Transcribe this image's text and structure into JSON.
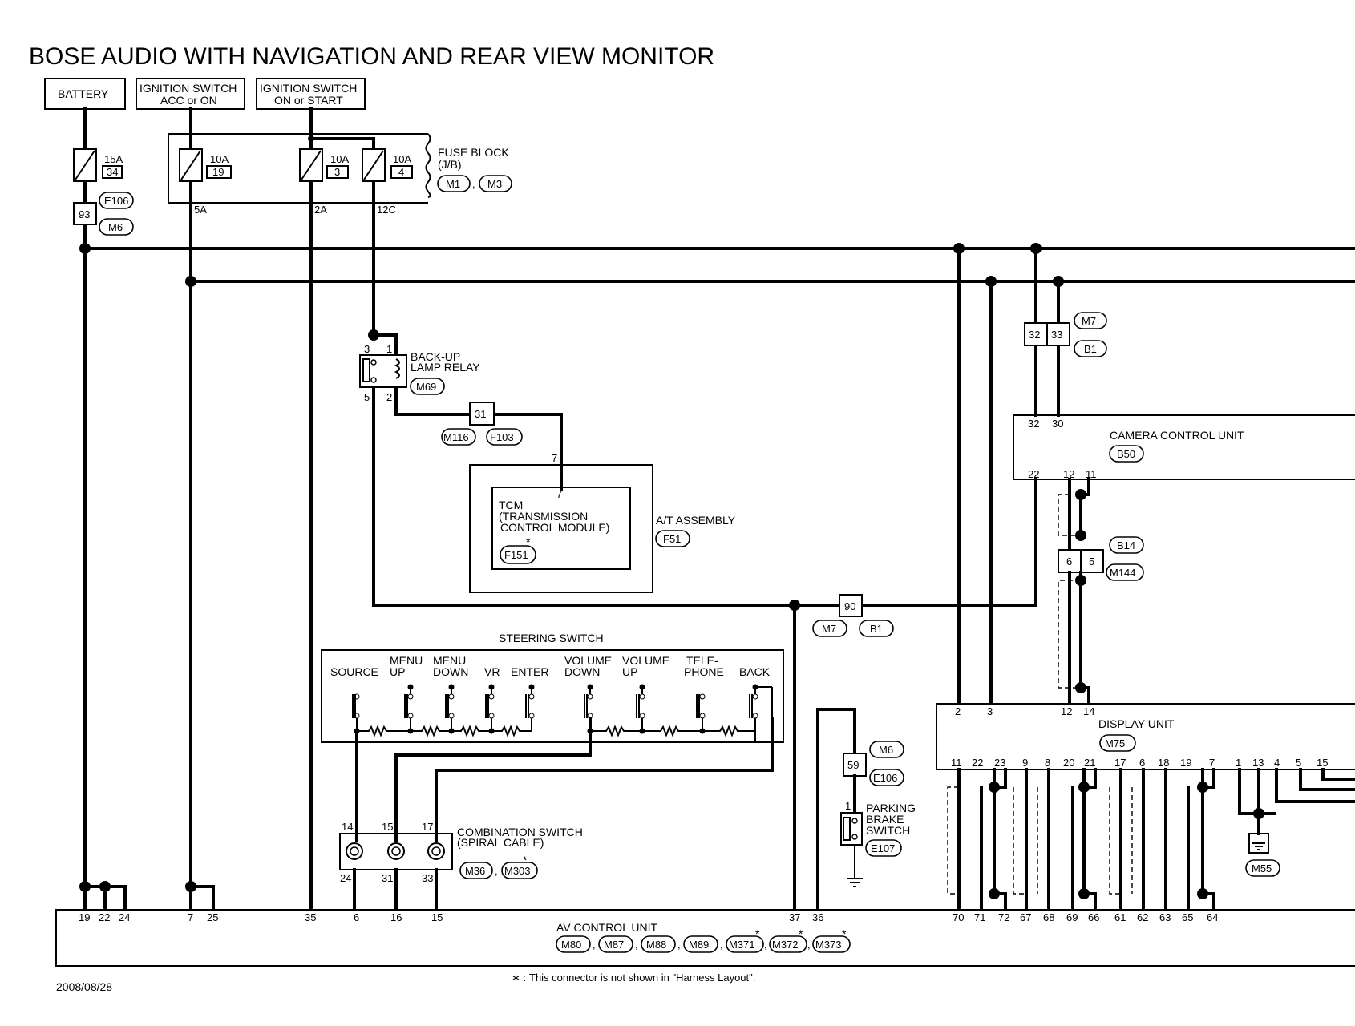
{
  "title": "BOSE AUDIO WITH NAVIGATION AND REAR VIEW MONITOR",
  "sources": {
    "battery": "BATTERY",
    "ign_acc_1": "IGNITION SWITCH",
    "ign_acc_2": "ACC or ON",
    "ign_on_1": "IGNITION SWITCH",
    "ign_on_2": "ON or START"
  },
  "fuse_block": {
    "name": "FUSE BLOCK",
    "sub": "(J/B)",
    "connectors": [
      "M1",
      "M3"
    ],
    "fuses": [
      {
        "rating": "10A",
        "number": "19",
        "terminal": "5A"
      },
      {
        "rating": "10A",
        "number": "3",
        "terminal": "2A"
      },
      {
        "rating": "10A",
        "number": "4",
        "terminal": "12C"
      }
    ]
  },
  "battery_fuse": {
    "rating": "15A",
    "number": "34",
    "connector": "E106",
    "junction": "93",
    "junction_connector": "M6"
  },
  "relay": {
    "name_1": "BACK-UP",
    "name_2": "LAMP RELAY",
    "connector": "M69",
    "pins": [
      "3",
      "1",
      "5",
      "2"
    ]
  },
  "junction_31": {
    "pin": "31",
    "connectors": [
      "M116",
      "F103"
    ]
  },
  "tcm": {
    "line1": "TCM",
    "line2": "(TRANSMISSION",
    "line3": "CONTROL MODULE)",
    "connector": "F151",
    "pin_top": "7",
    "pin_in": "7"
  },
  "at_assembly": {
    "name": "A/T ASSEMBLY",
    "connector": "F51"
  },
  "junction_90": {
    "pin": "90",
    "connectors": [
      "M7",
      "B1"
    ]
  },
  "junction_3233": {
    "pins": [
      "32",
      "33"
    ],
    "connectors": [
      "M7",
      "B1"
    ]
  },
  "camera_unit": {
    "name": "CAMERA CONTROL UNIT",
    "connector": "B50",
    "top_pins": [
      "32",
      "30"
    ],
    "bottom_pins": [
      "22",
      "12",
      "11"
    ]
  },
  "junction_65": {
    "pins": [
      "6",
      "5"
    ],
    "connectors": [
      "B14",
      "M144"
    ]
  },
  "steering": {
    "name": "STEERING SWITCH",
    "buttons": [
      {
        "l1": "",
        "l2": "SOURCE"
      },
      {
        "l1": "MENU",
        "l2": "UP"
      },
      {
        "l1": "MENU",
        "l2": "DOWN"
      },
      {
        "l1": "",
        "l2": "VR"
      },
      {
        "l1": "",
        "l2": "ENTER"
      },
      {
        "l1": "VOLUME",
        "l2": "DOWN"
      },
      {
        "l1": "VOLUME",
        "l2": "UP"
      },
      {
        "l1": "TELE-",
        "l2": "PHONE"
      },
      {
        "l1": "",
        "l2": "BACK"
      }
    ]
  },
  "combination_switch": {
    "name_1": "COMBINATION SWITCH",
    "name_2": "(SPIRAL CABLE)",
    "connectors": [
      "M36",
      "M303"
    ],
    "top_pins": [
      "14",
      "15",
      "17"
    ],
    "bottom_pins": [
      "24",
      "31",
      "33"
    ]
  },
  "parking_brake": {
    "name_1": "PARKING",
    "name_2": "BRAKE",
    "name_3": "SWITCH",
    "connector": "E107",
    "pin": "1",
    "junction_pin": "59",
    "junction_connectors": [
      "M6",
      "E106"
    ]
  },
  "display_unit": {
    "name": "DISPLAY UNIT",
    "connector": "M75",
    "top_pins": [
      "2",
      "3",
      "12",
      "14"
    ],
    "bottom_pins": [
      "11",
      "22",
      "23",
      "9",
      "8",
      "20",
      "21",
      "17",
      "6",
      "18",
      "19",
      "7",
      "1",
      "13",
      "4",
      "5",
      "15"
    ]
  },
  "ground": {
    "connector": "M55"
  },
  "av_unit": {
    "name": "AV CONTROL UNIT",
    "pins": [
      "19",
      "22",
      "24",
      "7",
      "25",
      "35",
      "6",
      "16",
      "15",
      "37",
      "36",
      "70",
      "71",
      "72",
      "67",
      "68",
      "69",
      "66",
      "61",
      "62",
      "63",
      "65",
      "64"
    ],
    "connectors": [
      "M80",
      "M87",
      "M88",
      "M89",
      "M371",
      "M372",
      "M373"
    ]
  },
  "footnote": "This connector is not shown in \"Harness Layout\".",
  "footnote_mark": "∗ :",
  "date": "2008/08/28"
}
